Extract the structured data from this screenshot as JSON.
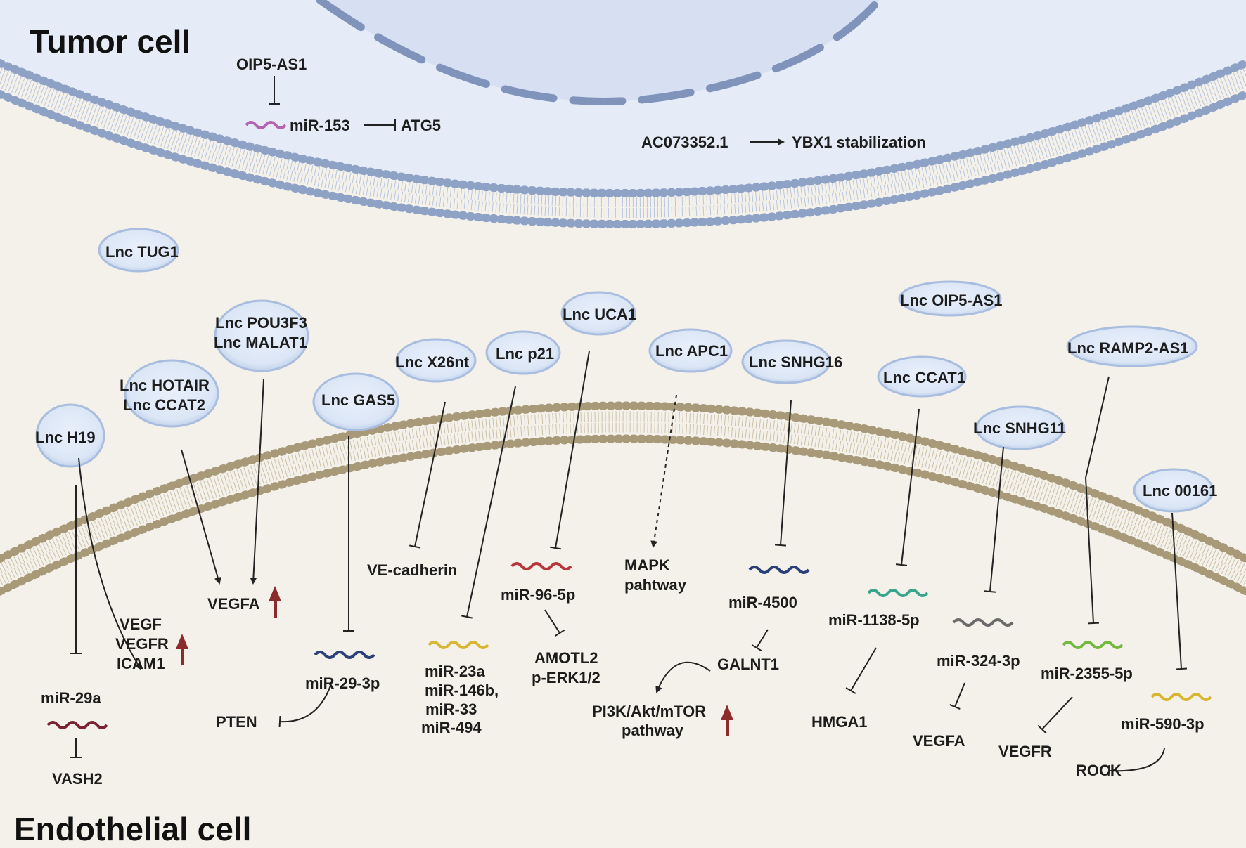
{
  "cells": {
    "tumor": "Tumor cell",
    "endothelial": "Endothelial cell"
  },
  "colors": {
    "tumor_bg": "#e6ecf7",
    "nucleus": "#d6e0f2",
    "membrane_tumor": "#8ea2c6",
    "membrane_endo": "#b7aa8c",
    "endo_bg": "#f4f1ea",
    "up_arrow": "#8c2b2b",
    "vesicle": "#c9d8f0"
  },
  "tumor_pathways": {
    "oip5": "OIP5-AS1",
    "mir153": "miR-153",
    "atg5": "ATG5",
    "ac073352": "AC073352.1",
    "ybx1": "YBX1 stabilization"
  },
  "lncrnas": {
    "tug1": "Lnc TUG1",
    "pou3f3": "Lnc POU3F3",
    "malat1": "Lnc MALAT1",
    "hotair": "Lnc HOTAIR",
    "ccat2": "Lnc CCAT2",
    "h19": "Lnc H19",
    "gas5": "Lnc GAS5",
    "x26nt": "Lnc  X26nt",
    "p21": "Lnc p21",
    "uca1": "Lnc UCA1",
    "apc1": "Lnc APC1",
    "snhg16": "Lnc SNHG16",
    "oip5": "Lnc OIP5-AS1",
    "ccat1": "Lnc CCAT1",
    "snhg11": "Lnc SNHG11",
    "ramp2": "Lnc  RAMP2-AS1",
    "l00161": "Lnc  00161"
  },
  "targets": {
    "vegf": "VEGF",
    "vegfr": "VEGFR",
    "icam1": "ICAM1",
    "vegfa": "VEGFA",
    "mir29a": "miR-29a",
    "vash2": "VASH2",
    "mir29_3p": "miR-29-3p",
    "pten": "PTEN",
    "vecadherin": "VE-cadherin",
    "mir23a": "miR-23a",
    "mir146b": "miR-146b,",
    "mir33": "miR-33",
    "mir494": "miR-494",
    "mir96": "miR-96-5p",
    "amotl2": "AMOTL2",
    "perk": "p-ERK1/2",
    "mapk1": "MAPK",
    "mapk2": "pahtway",
    "mir4500": "miR-4500",
    "galnt1": "GALNT1",
    "pi3k1": "PI3K/Akt/mTOR",
    "pi3k2": "pathway",
    "mir1138": "miR-1138-5p",
    "hmga1": "HMGA1",
    "mir324": "miR-324-3p",
    "vegfa2": "VEGFA",
    "mir2355": "miR-2355-5p",
    "vegfr2": "VEGFR",
    "mir590": "miR-590-3p",
    "rock": "ROCK"
  },
  "icons": {
    "mirna": "mirna-strand-icon",
    "up": "up-arrow-icon",
    "vesicle": "vesicle-icon"
  }
}
